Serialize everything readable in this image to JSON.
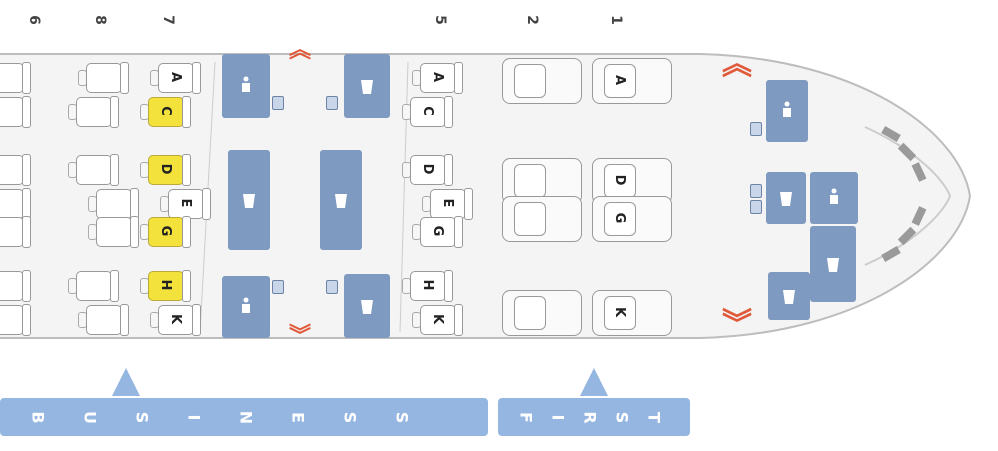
{
  "rows": [
    "6",
    "8",
    "7",
    "5",
    "2",
    "1"
  ],
  "cabins": [
    {
      "label": "BUSINESS",
      "chars": [
        "B",
        "U",
        "S",
        "I",
        "N",
        "E",
        "S",
        "S"
      ]
    },
    {
      "label": "FIRST",
      "chars": [
        "F",
        "I",
        "R",
        "S",
        "T"
      ]
    }
  ],
  "seats": {
    "row7": [
      "A",
      "C",
      "D",
      "E",
      "G",
      "H",
      "K"
    ],
    "row5": [
      "A",
      "C",
      "D",
      "E",
      "G",
      "H",
      "K"
    ],
    "row1": [
      "A",
      "D",
      "G",
      "K"
    ]
  },
  "highlighted_seats": [
    "7C",
    "7D",
    "7G",
    "7H"
  ],
  "colors": {
    "accent_blue": "#95b6e0",
    "facility_blue": "#7f9ac1",
    "exit_red": "#e05a3a",
    "selected_yellow": "#f3e23c"
  },
  "icons": {
    "exit": "exit-chevron",
    "lavatory": "lavatory-icon",
    "galley": "galley-icon",
    "closet": "closet-icon"
  }
}
